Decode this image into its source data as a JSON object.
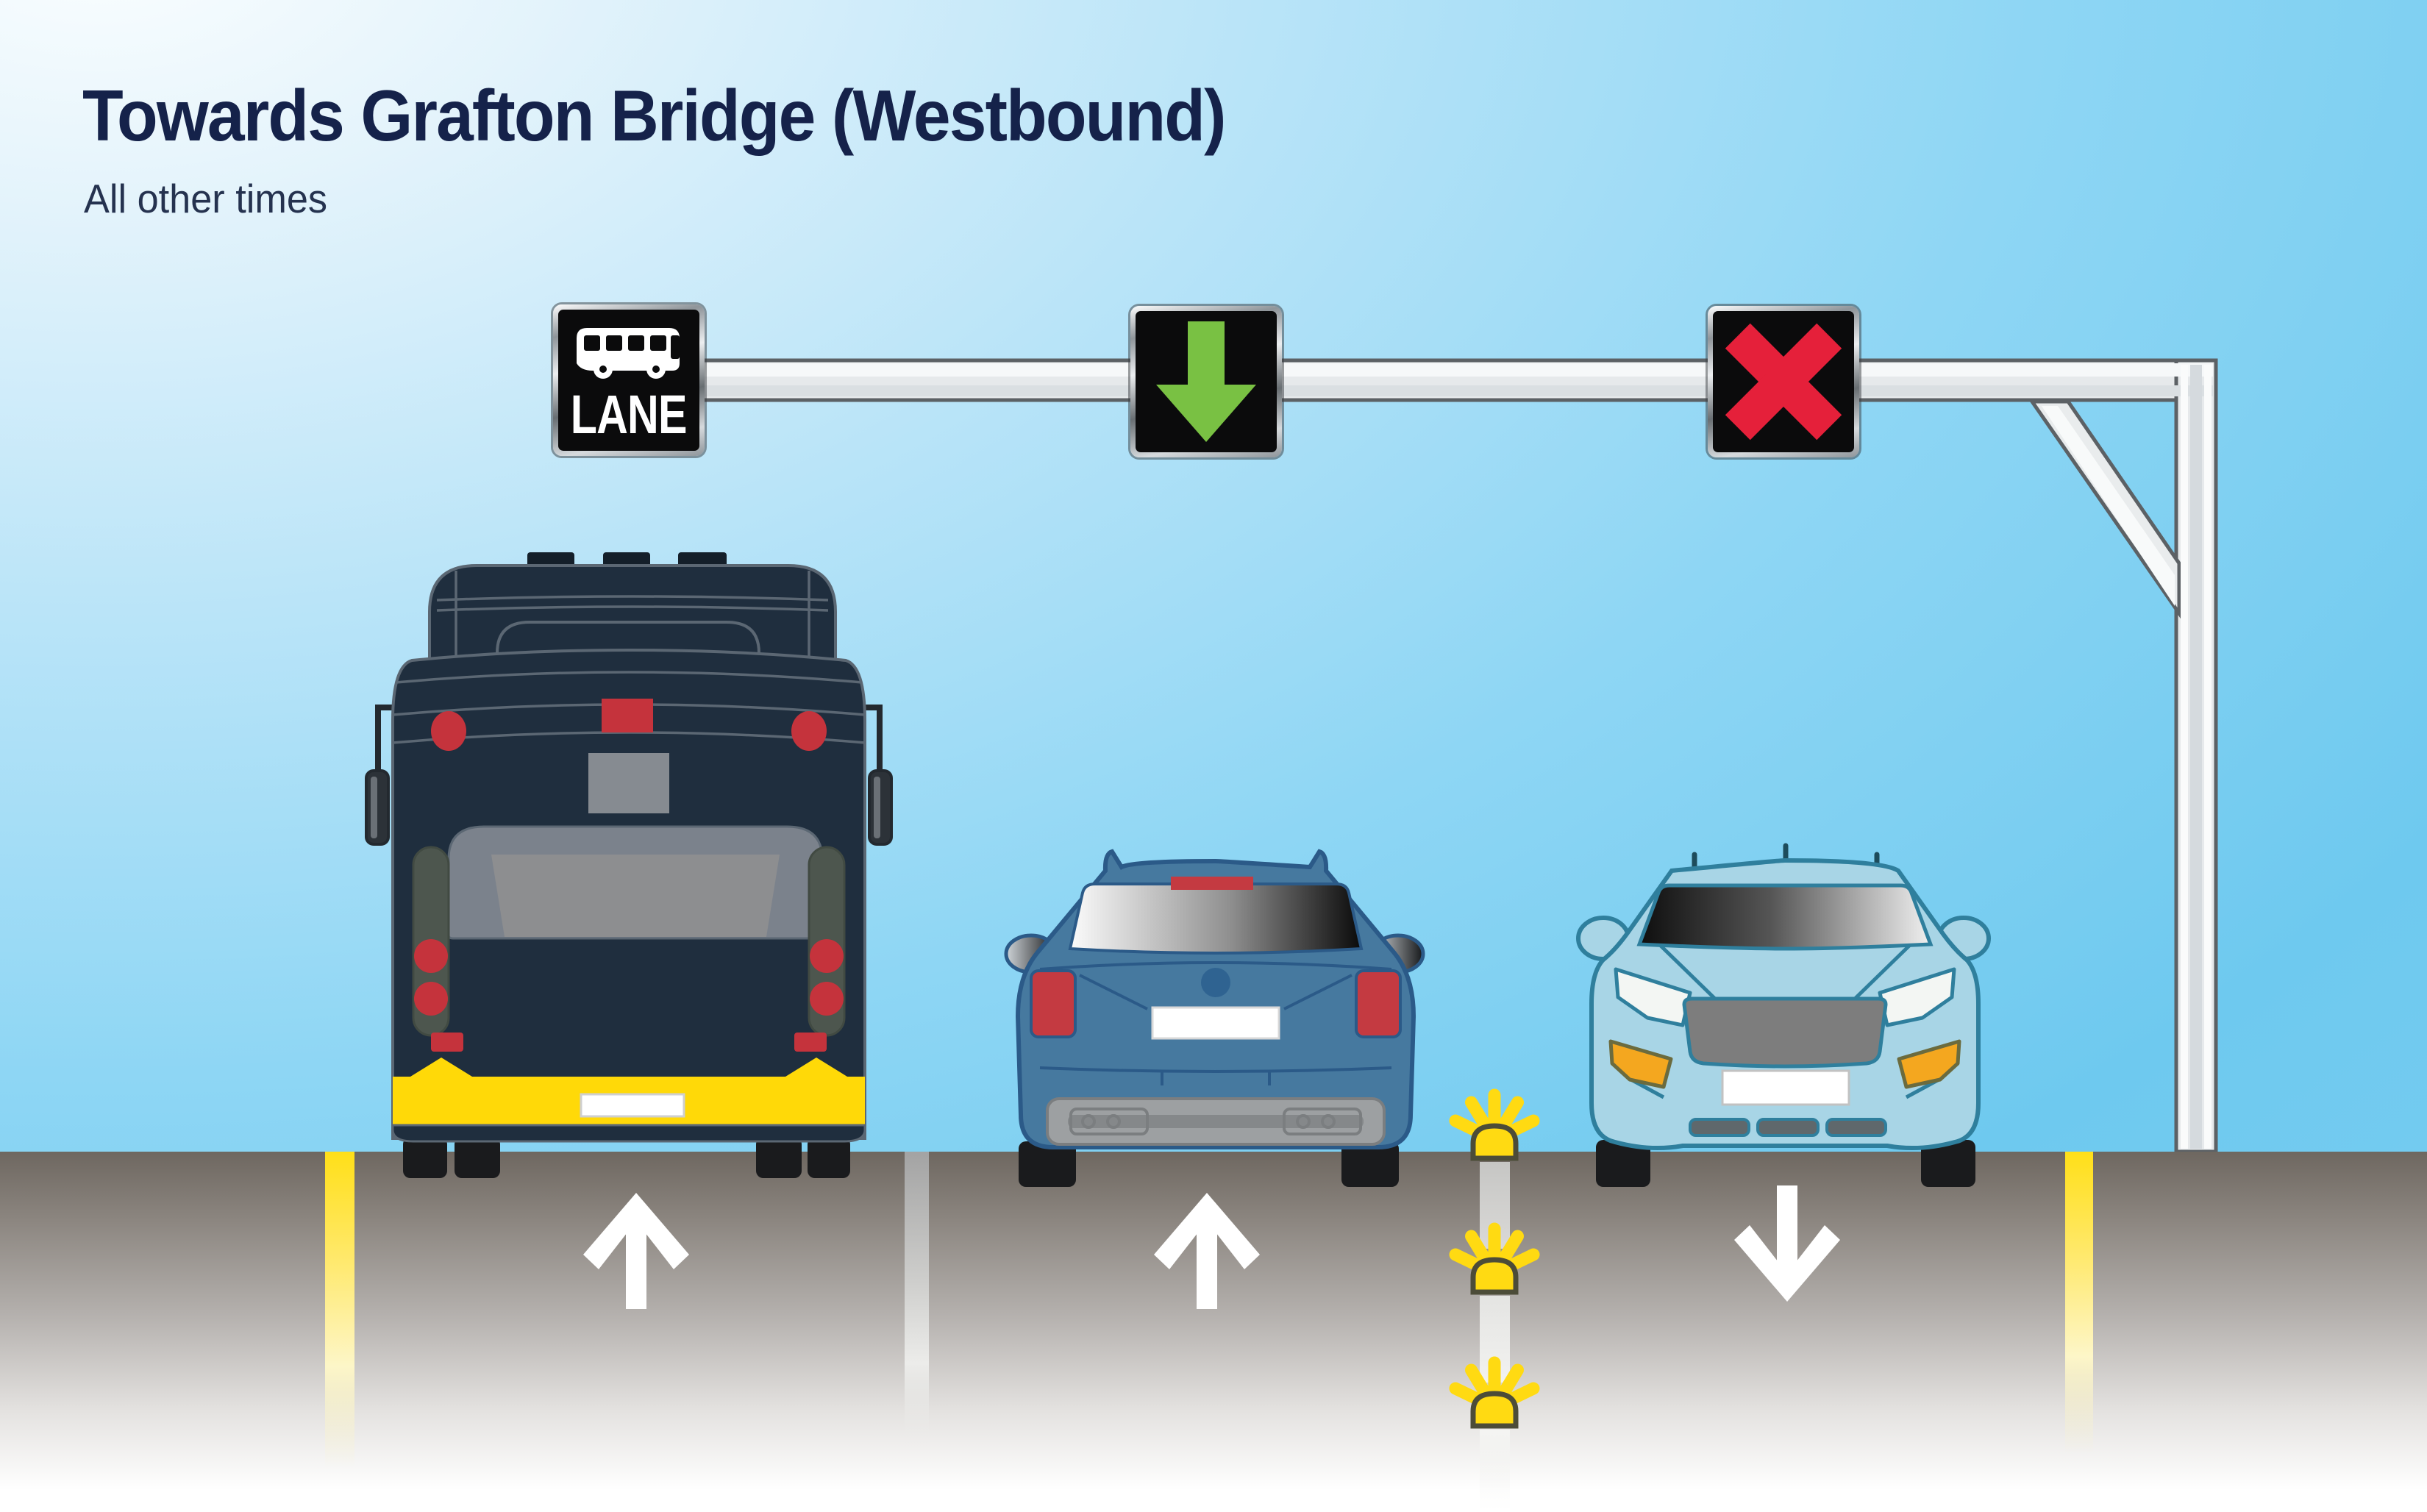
{
  "header": {
    "title": "Towards Grafton Bridge (Westbound)",
    "subtitle": "All other times"
  },
  "gantry": {
    "structure": "overhead-sign-gantry",
    "signs": [
      {
        "id": "bus-lane-sign",
        "icon": "bus-icon",
        "label": "LANE",
        "panel_color": "#0b0b0c"
      },
      {
        "id": "lane-open-sign",
        "icon": "green-down-arrow-icon",
        "label": "",
        "symbol_color": "#79c143"
      },
      {
        "id": "lane-closed-sign",
        "icon": "red-x-icon",
        "label": "",
        "symbol_color": "#e5203a"
      }
    ]
  },
  "road": {
    "lanes": [
      {
        "name": "bus-lane",
        "surface_marking": "up-arrow",
        "vehicle": "bus"
      },
      {
        "name": "centre-lane",
        "surface_marking": "up-arrow",
        "vehicle": "blue-car"
      },
      {
        "name": "oncoming-lane",
        "surface_marking": "down-arrow",
        "vehicle": "light-blue-car"
      }
    ],
    "edge_lines": {
      "left": "yellow",
      "right": "yellow"
    },
    "centre_line_markers": {
      "icon": "raised-pavement-marker-icon",
      "count": 3,
      "color": "#ffda12"
    }
  },
  "vehicles": [
    {
      "id": "bus",
      "view": "rear",
      "body_color": "#1f2e3e",
      "bumper_color": "#ffd908"
    },
    {
      "id": "blue-car",
      "view": "rear",
      "body_color": "#46799f"
    },
    {
      "id": "light-blue-car",
      "view": "front",
      "body_color": "#a8d5e6"
    }
  ],
  "colors": {
    "title_text": "#15224a",
    "sky_blue": "#6ec9ef",
    "road_dark": "#6e6760",
    "edge_line_yellow": "#ffdf18",
    "sign_green": "#79c143",
    "sign_red": "#e5203a",
    "gantry_grey": "#e6e9eb"
  }
}
